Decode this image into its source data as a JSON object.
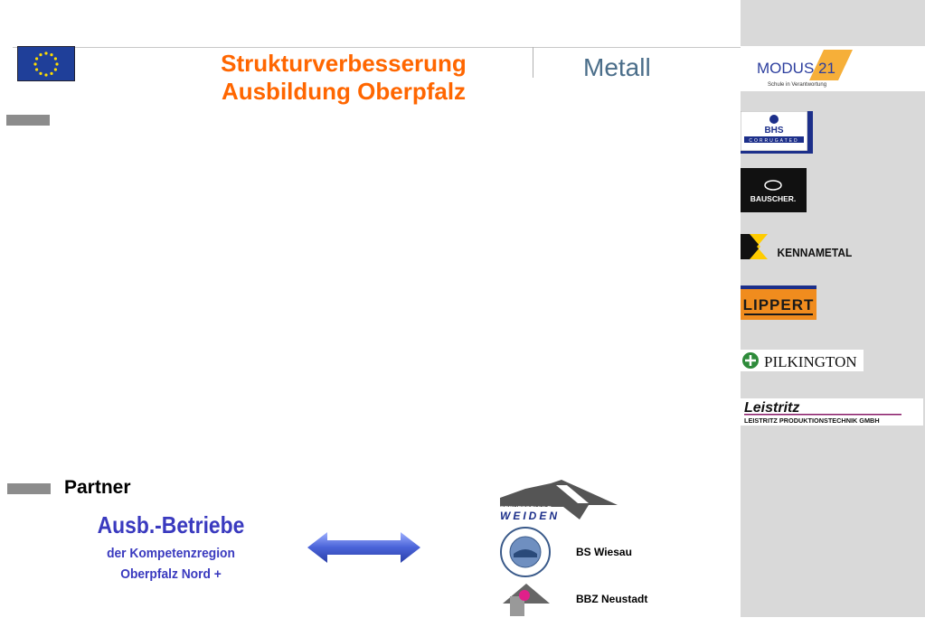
{
  "header": {
    "title_line1": "Strukturverbesserung",
    "title_line2": "Ausbildung Oberpfalz",
    "subject": "Metall"
  },
  "logos": {
    "modus": {
      "name": "MODUS 21",
      "tagline": "Schule in Verantwortung"
    },
    "bhs": {
      "name": "BHS",
      "sub": "CORRUGATED"
    },
    "bauscher": {
      "name": "BAUSCHER."
    },
    "kennametal": {
      "name": "KENNAMETAL"
    },
    "lippert": {
      "name": "LIPPERT"
    },
    "pilkington": {
      "name": "PILKINGTON"
    },
    "leistritz": {
      "name": "Leistritz",
      "sub": "LEISTRITZ PRODUKTIONSTECHNIK GMBH"
    }
  },
  "partner": {
    "label": "Partner",
    "betriebe_title": "Ausb.-Betriebe",
    "betriebe_line1": "der Kompetenzregion",
    "betriebe_line2": "Oberpfalz Nord +",
    "schools": [
      {
        "logo_top": "BERUFSSCHULE",
        "logo_main": "WEIDEN"
      },
      {
        "label": "BS Wiesau"
      },
      {
        "label": "BBZ  Neustadt"
      }
    ]
  },
  "colors": {
    "title_orange": "#ff6600",
    "metall_blue": "#4b6e8a",
    "betriebe_blue": "#3a3abf",
    "sidebar_gray": "#d9d9d9"
  }
}
